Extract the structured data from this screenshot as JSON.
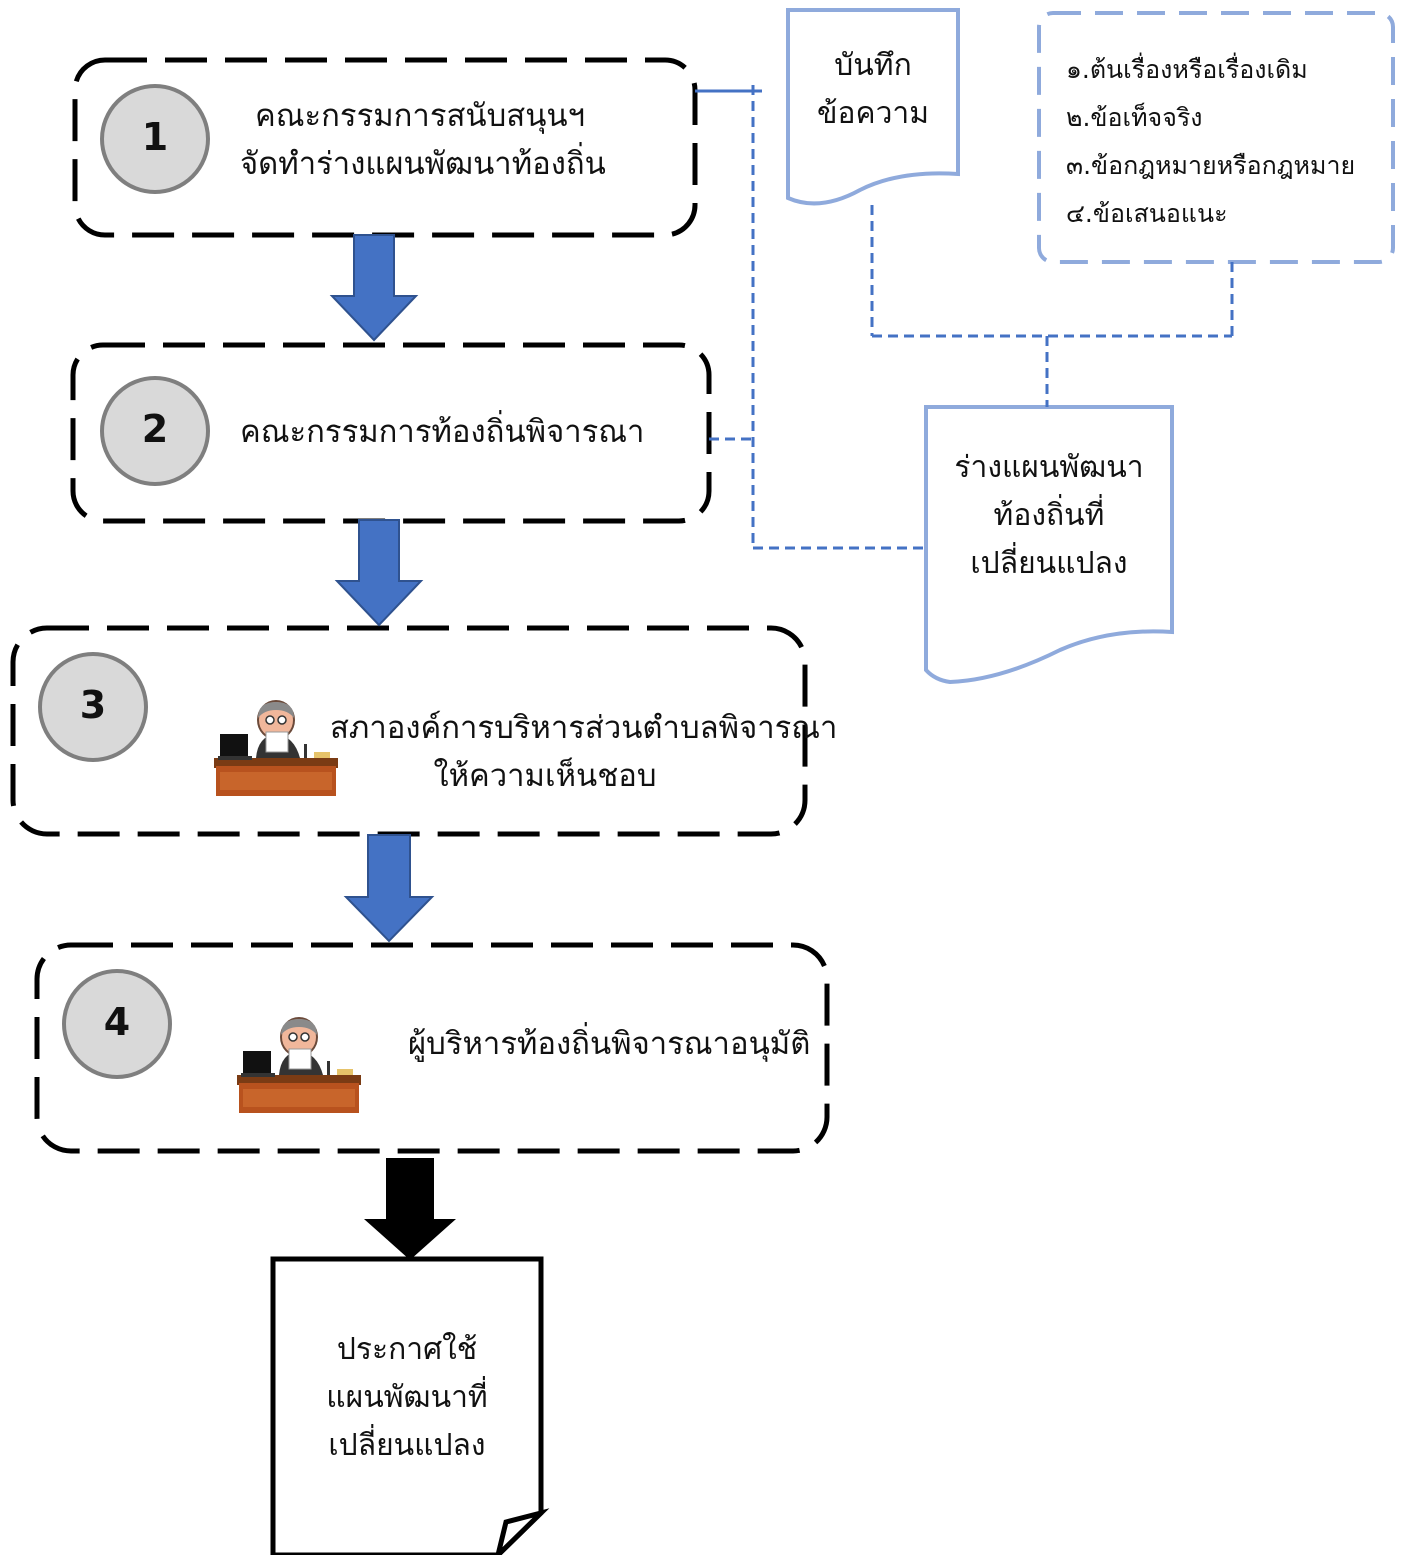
{
  "steps": [
    {
      "number": "1",
      "lines": [
        "คณะกรรมการสนับสนุนฯ",
        "จัดทำร่างแผนพัฒนาท้องถิ่น"
      ]
    },
    {
      "number": "2",
      "lines": [
        "คณะกรรมการท้องถิ่นพิจารณา"
      ]
    },
    {
      "number": "3",
      "lines": [
        "สภาองค์การบริหารส่วนตำบลพิจารณา",
        "ให้ความเห็นชอบ"
      ]
    },
    {
      "number": "4",
      "lines": [
        "ผู้บริหารท้องถิ่นพิจารณาอนุมัติ"
      ]
    }
  ],
  "memo_doc": {
    "lines": [
      "บันทึก",
      "ข้อความ"
    ]
  },
  "memo_contents": [
    "๑.ต้นเรื่องหรือเรื่องเดิม",
    "๒.ข้อเท็จจริง",
    "๓.ข้อกฎหมายหรือกฎหมาย",
    "๔.ข้อเสนอแนะ"
  ],
  "draft_doc": {
    "lines": [
      "ร่างแผนพัฒนา",
      "ท้องถิ่นที่",
      "เปลี่ยนแปลง"
    ]
  },
  "final_doc": {
    "lines": [
      "ประกาศใช้",
      "แผนพัฒนาที่",
      "เปลี่ยนแปลง"
    ]
  },
  "colors": {
    "arrow_blue": "#4472c4",
    "connector_blue": "#4472c4",
    "doc_outline_light_blue": "#8faadc",
    "final_arrow": "#000000",
    "circle_fill": "#d9d9d9",
    "circle_stroke": "#808080"
  },
  "icons": [
    "official-at-desk-icon"
  ]
}
